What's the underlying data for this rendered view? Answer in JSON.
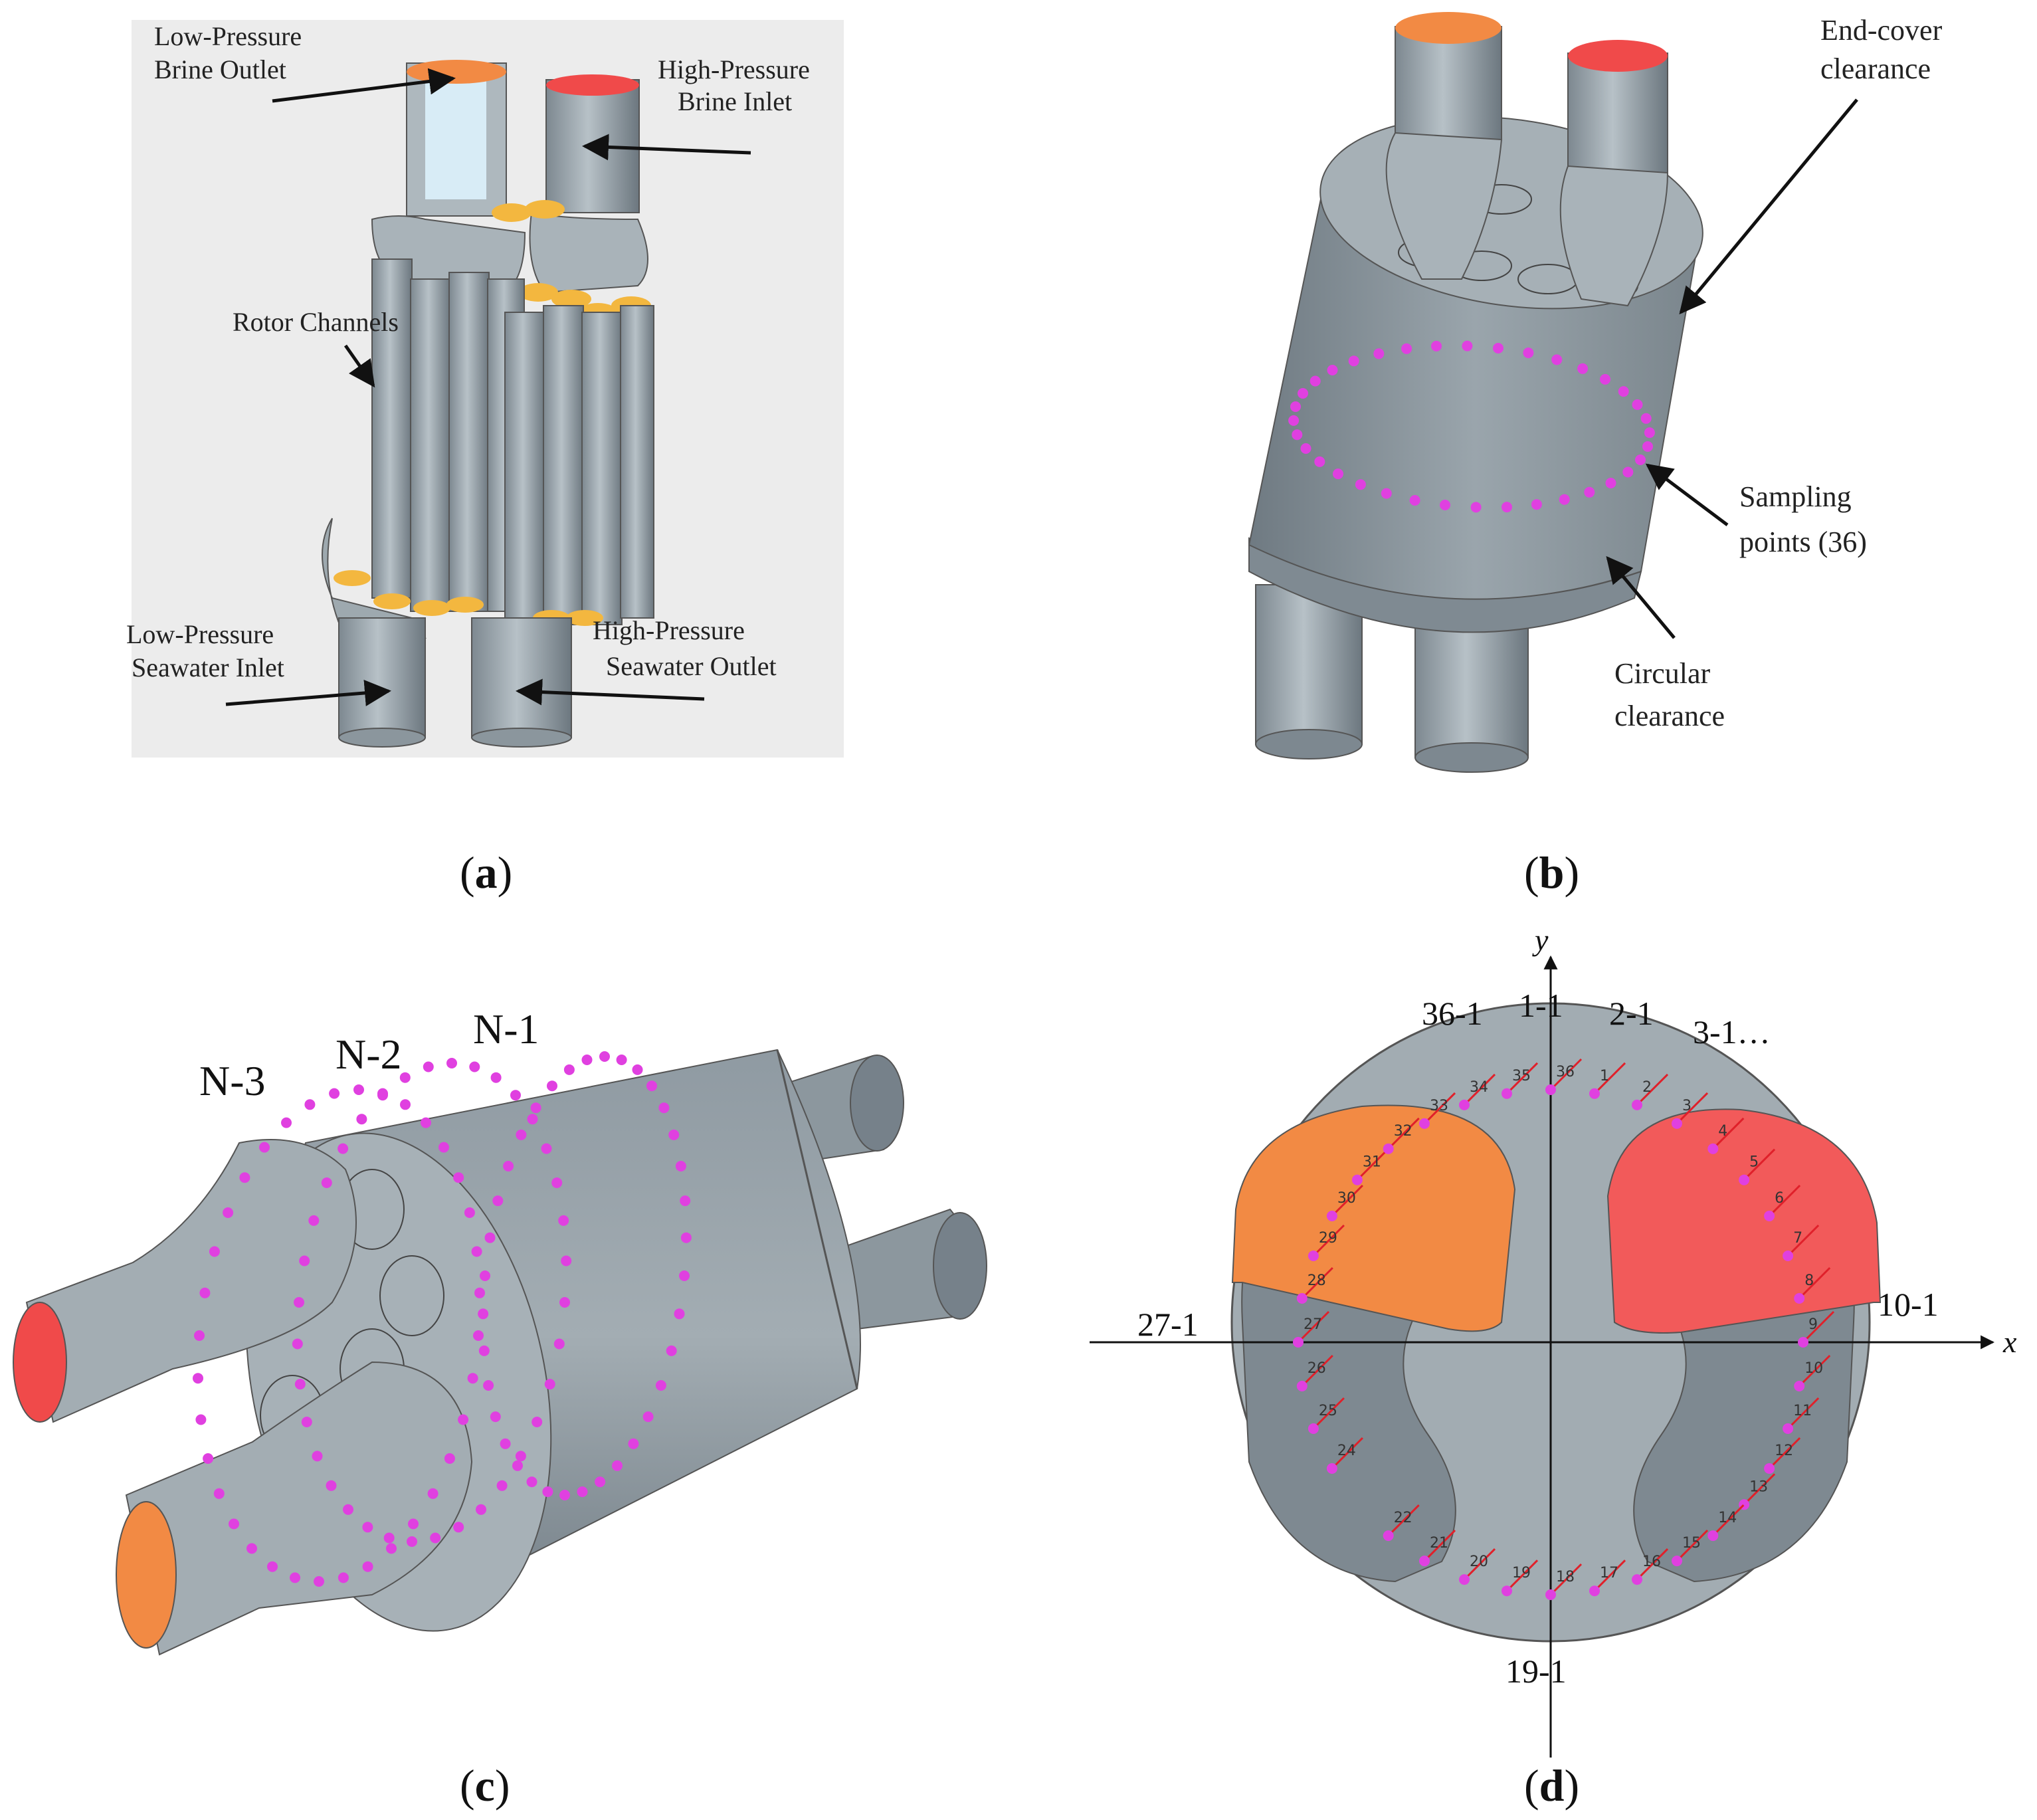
{
  "panels": [
    {
      "id": "a",
      "caption_open": "(",
      "caption_letter": "a",
      "caption_close": ")"
    },
    {
      "id": "b",
      "caption_open": "(",
      "caption_letter": "b",
      "caption_close": ")"
    },
    {
      "id": "c",
      "caption_open": "(",
      "caption_letter": "c",
      "caption_close": ")"
    },
    {
      "id": "d",
      "caption_open": "(",
      "caption_letter": "d",
      "caption_close": ")"
    }
  ],
  "panel_a": {
    "lp_brine_outlet": [
      "Low-Pressure",
      "Brine Outlet"
    ],
    "hp_brine_inlet": [
      "High-Pressure",
      "Brine Inlet"
    ],
    "rotor_channels": "Rotor Channels",
    "lp_seawater_inlet": [
      "Low-Pressure",
      "Seawater Inlet"
    ],
    "hp_seawater_outlet": [
      "High-Pressure",
      "Seawater Outlet"
    ]
  },
  "panel_b": {
    "end_cover": [
      "End-cover",
      "clearance"
    ],
    "sampling": [
      "Sampling",
      "points (36)"
    ],
    "circular": [
      "Circular",
      "clearance"
    ]
  },
  "panel_c": {
    "rings": [
      "N-3",
      "N-2",
      "N-1"
    ]
  },
  "panel_d": {
    "x_axis": "x",
    "y_axis": "y",
    "section_labels": {
      "s36": "36-1",
      "s1": "1-1",
      "s2": "2-1",
      "s3": "3-1…",
      "s10": "10-1",
      "s19": "19-1",
      "s27": "27-1"
    },
    "point_numbers": [
      "1",
      "2",
      "3",
      "4",
      "5",
      "6",
      "7",
      "8",
      "9",
      "10",
      "11",
      "12",
      "13",
      "14",
      "15",
      "16",
      "17",
      "18",
      "19",
      "20",
      "21",
      "22",
      "24",
      "25",
      "26",
      "27",
      "28",
      "29",
      "30",
      "31",
      "32",
      "33",
      "34",
      "35",
      "36"
    ]
  },
  "colors": {
    "body": "#98a4ac",
    "body_dark": "#7a858d",
    "orange": "#f28a44",
    "red": "#f05050",
    "yellow": "#f3b73f",
    "magenta": "#e040e0",
    "red_line": "#e0202a"
  }
}
